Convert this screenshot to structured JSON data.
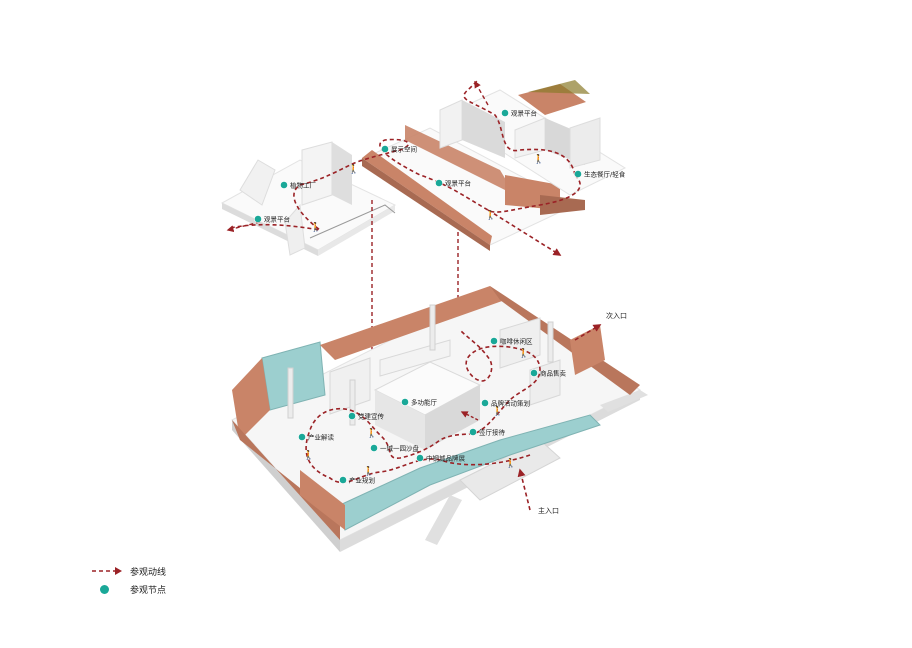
{
  "colors": {
    "route": "#9b2226",
    "node": "#1aa898",
    "brick": "#c98468",
    "brick_dark": "#a86a52",
    "glass": "#9ccfcf",
    "wall": "#f2f2f2",
    "wall_shadow": "#d6d6d6",
    "floor": "#fafafa"
  },
  "upper_nodes": [
    {
      "label": "观景平台"
    },
    {
      "label": "展示空间"
    },
    {
      "label": "植物工厂"
    },
    {
      "label": "观景平台"
    },
    {
      "label": "观景平台"
    },
    {
      "label": "生态餐厅/轻食"
    }
  ],
  "lower_nodes": [
    {
      "label": "咖啡休闲区"
    },
    {
      "label": "商品售卖"
    },
    {
      "label": "品牌活动策划"
    },
    {
      "label": "多功能厅"
    },
    {
      "label": "党建宣传"
    },
    {
      "label": "产业解读"
    },
    {
      "label": "一城一园沙盘"
    },
    {
      "label": "签厅接待"
    },
    {
      "label": "中钢城品牌展"
    },
    {
      "label": "产业规划"
    }
  ],
  "entrances": {
    "secondary": "次入口",
    "main": "主入口"
  },
  "legend": {
    "route_label": "参观动线",
    "node_label": "参观节点"
  }
}
